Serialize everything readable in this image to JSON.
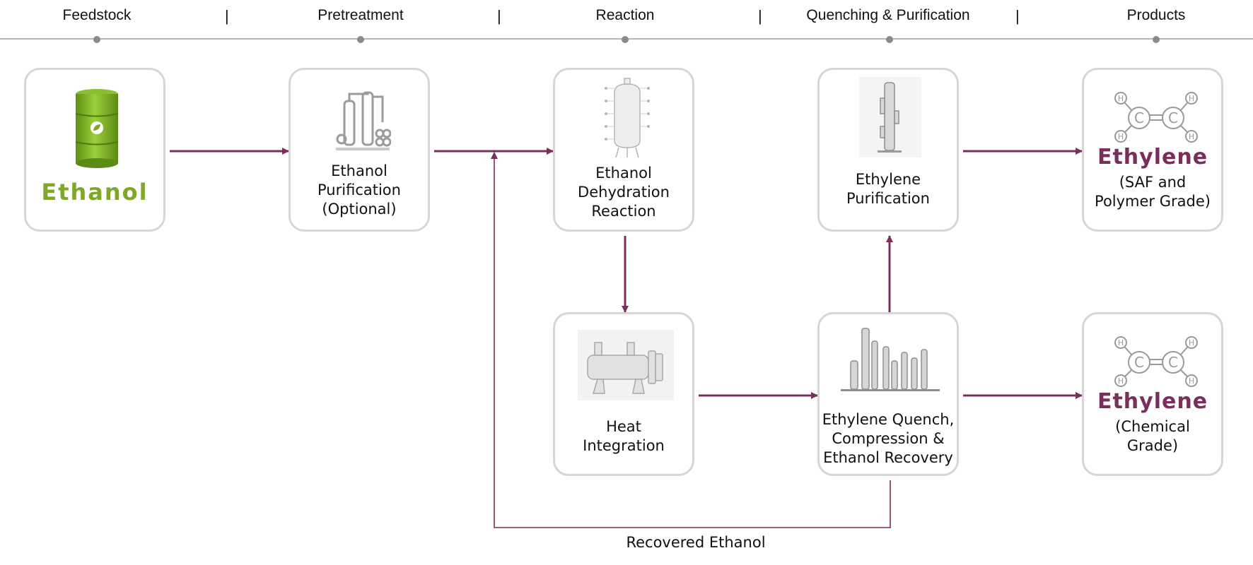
{
  "stages": [
    "Feedstock",
    "Pretreatment",
    "Reaction",
    "Quenching & Purification",
    "Products"
  ],
  "separator": "|",
  "boxes": {
    "ethanol": {
      "label": "Ethanol"
    },
    "purification": {
      "line1": "Ethanol",
      "line2": "Purification",
      "line3": "(Optional)"
    },
    "dehydration": {
      "line1": "Ethanol",
      "line2": "Dehydration",
      "line3": "Reaction"
    },
    "heat": {
      "line1": "Heat",
      "line2": "Integration"
    },
    "quench": {
      "line1": "Ethylene Quench,",
      "line2": "Compression &",
      "line3": "Ethanol Recovery"
    },
    "eth_purif": {
      "line1": "Ethylene",
      "line2": "Purification"
    },
    "product_saf": {
      "title": "Ethylene",
      "line1": "(SAF and",
      "line2": "Polymer Grade)"
    },
    "product_chem": {
      "title": "Ethylene",
      "line1": "(Chemical",
      "line2": "Grade)"
    }
  },
  "molecule": {
    "carbon": "C",
    "hydrogen": "H"
  },
  "recycle_label": "Recovered Ethanol",
  "colors": {
    "arrow": "#7a2e5c",
    "ethanol_green": "#7fa82a",
    "box_border": "#d6d6d6"
  },
  "icons": [
    "barrel-icon",
    "distillation-icon",
    "reactor-icon",
    "column-icon",
    "heat-exchanger-icon",
    "plant-icon",
    "ethylene-molecule-icon"
  ]
}
